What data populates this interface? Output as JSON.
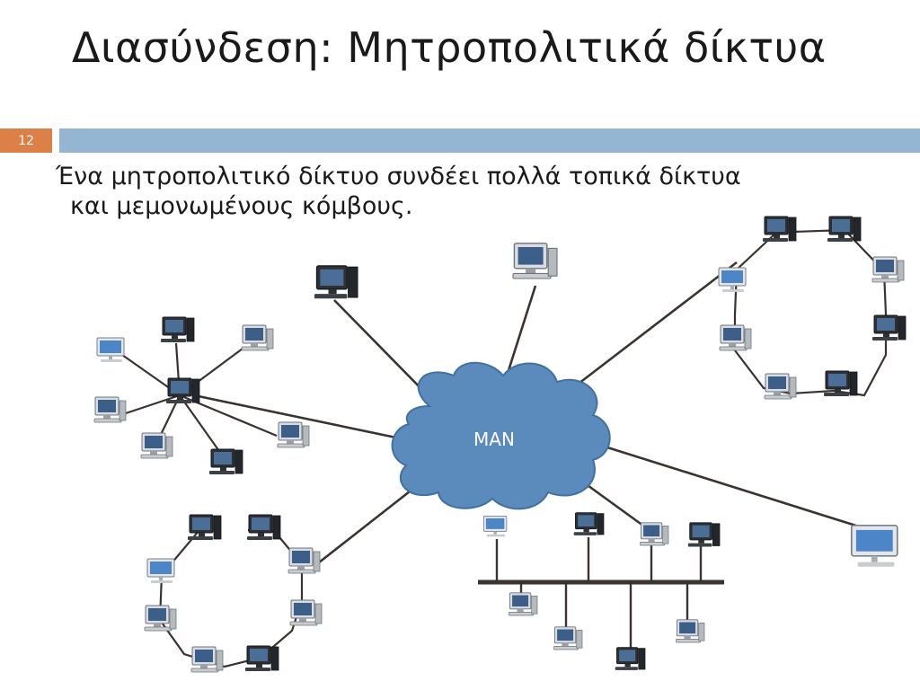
{
  "slide": {
    "title": "Διασύνδεση: Μητροπολιτικά δίκτυα",
    "number": "12",
    "body_line1": "Ένα μητροπολιτικό δίκτυο συνδέει πολλά τοπικά δίκτυα",
    "body_line2": "και μεμονωμένους κόμβους."
  },
  "diagram": {
    "cloud_label": "MAN",
    "colors": {
      "cloud_fill": "#5b8abd",
      "cloud_stroke": "#41719c",
      "links": "#3a3330",
      "accent_orange": "#dd8047",
      "accent_blue": "#94b6d2"
    },
    "icons": [
      "computer-icon",
      "laptop-icon",
      "tower-pc-icon",
      "cloud-icon"
    ]
  }
}
